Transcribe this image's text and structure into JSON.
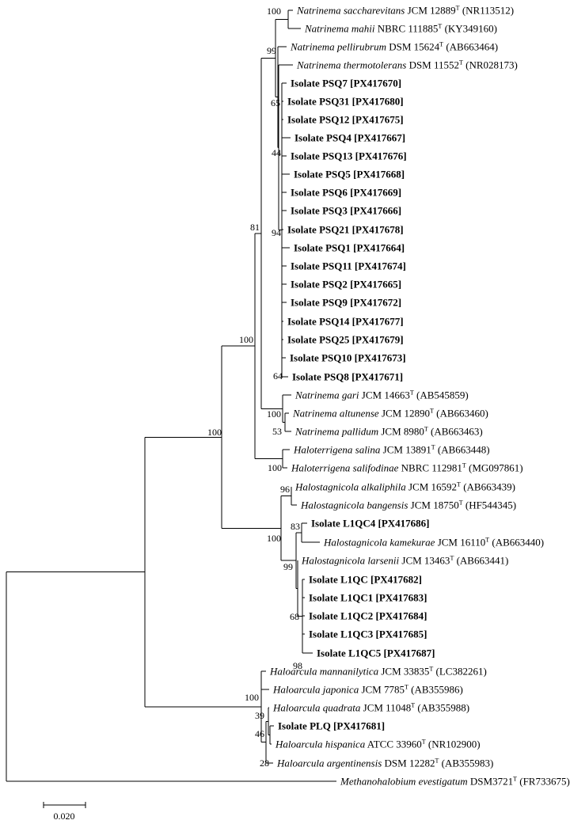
{
  "taxa": [
    {
      "id": "t1",
      "genus": "Natrinema saccharevitans",
      "strain": "JCM 12889",
      "sup": "T",
      "acc": "(NR113512)",
      "bold": false
    },
    {
      "id": "t2",
      "genus": "Natrinema mahii",
      "strain": "NBRC 111885",
      "sup": "T",
      "acc": "(KY349160)",
      "bold": false
    },
    {
      "id": "t3",
      "genus": "Natrinema pellirubrum",
      "strain": "DSM 15624",
      "sup": "T",
      "acc": "(AB663464)",
      "bold": false
    },
    {
      "id": "t4",
      "genus": "Natrinema thermotolerans",
      "strain": "DSM 11552",
      "sup": "T",
      "acc": "(NR028173)",
      "bold": false
    },
    {
      "id": "t5",
      "text": "Isolate PSQ7 [PX417670]",
      "bold": true
    },
    {
      "id": "t6",
      "text": "Isolate PSQ31 [PX417680]",
      "bold": true
    },
    {
      "id": "t7",
      "text": "Isolate PSQ12 [PX417675]",
      "bold": true
    },
    {
      "id": "t8",
      "text": "Isolate PSQ4 [PX417667]",
      "bold": true
    },
    {
      "id": "t9",
      "text": "Isolate PSQ13 [PX417676]",
      "bold": true
    },
    {
      "id": "t10",
      "text": "Isolate PSQ5 [PX417668]",
      "bold": true
    },
    {
      "id": "t11",
      "text": "Isolate PSQ6 [PX417669]",
      "bold": true
    },
    {
      "id": "t12",
      "text": "Isolate PSQ3 [PX417666]",
      "bold": true
    },
    {
      "id": "t13",
      "text": "Isolate PSQ21 [PX417678]",
      "bold": true
    },
    {
      "id": "t14",
      "text": "Isolate PSQ1 [PX417664]",
      "bold": true
    },
    {
      "id": "t15",
      "text": "Isolate PSQ11 [PX417674]",
      "bold": true
    },
    {
      "id": "t16",
      "text": "Isolate PSQ2 [PX417665]",
      "bold": true
    },
    {
      "id": "t17",
      "text": "Isolate PSQ9 [PX417672]",
      "bold": true
    },
    {
      "id": "t18",
      "text": "Isolate PSQ14 [PX417677]",
      "bold": true
    },
    {
      "id": "t19",
      "text": "Isolate PSQ25 [PX417679]",
      "bold": true
    },
    {
      "id": "t20",
      "text": "Isolate PSQ10 [PX417673]",
      "bold": true
    },
    {
      "id": "t21",
      "text": "Isolate PSQ8 [PX417671]",
      "bold": true
    },
    {
      "id": "t22",
      "genus": "Natrinema gari",
      "strain": "JCM 14663",
      "sup": "T",
      "acc": "(AB545859)",
      "bold": false
    },
    {
      "id": "t23",
      "genus": "Natrinema altunense",
      "strain": "JCM 12890",
      "sup": "T",
      "acc": "(AB663460)",
      "bold": false
    },
    {
      "id": "t24",
      "genus": "Natrinema pallidum",
      "strain": "JCM 8980",
      "sup": "T",
      "acc": "(AB663463)",
      "bold": false
    },
    {
      "id": "t25",
      "genus": "Haloterrigena salina",
      "strain": "JCM 13891",
      "sup": "T",
      "acc": "(AB663448)",
      "bold": false
    },
    {
      "id": "t26",
      "genus": "Haloterrigena salifodinae",
      "strain": "NBRC 112981",
      "sup": "T",
      "acc": "(MG097861)",
      "bold": false
    },
    {
      "id": "t27",
      "genus": "Halostagnicola alkaliphila",
      "strain": "JCM 16592",
      "sup": "T",
      "acc": "(AB663439)",
      "bold": false
    },
    {
      "id": "t28",
      "genus": "Halostagnicola bangensis",
      "strain": "JCM 18750",
      "sup": "T",
      "acc": "(HF544345)",
      "bold": false
    },
    {
      "id": "t29",
      "text": "Isolate L1QC4 [PX417686]",
      "bold": true
    },
    {
      "id": "t30",
      "genus": "Halostagnicola kamekurae",
      "strain": "JCM 16110",
      "sup": "T",
      "acc": "(AB663440)",
      "bold": false
    },
    {
      "id": "t31",
      "genus": "Halostagnicola larsenii",
      "strain": "JCM 13463",
      "sup": "T",
      "acc": "(AB663441)",
      "bold": false
    },
    {
      "id": "t32",
      "text": "Isolate L1QC [PX417682]",
      "bold": true
    },
    {
      "id": "t33",
      "text": "Isolate L1QC1 [PX417683]",
      "bold": true
    },
    {
      "id": "t34",
      "text": "Isolate L1QC2 [PX417684]",
      "bold": true
    },
    {
      "id": "t35",
      "text": "Isolate L1QC3 [PX417685]",
      "bold": true
    },
    {
      "id": "t36",
      "text": "Isolate L1QC5 [PX417687]",
      "bold": true
    },
    {
      "id": "t37",
      "genus": "Haloarcula mannanilytica",
      "strain": "JCM 33835",
      "sup": "T",
      "acc": "(LC382261)",
      "bold": false
    },
    {
      "id": "t38",
      "genus": "Haloarcula japonica",
      "strain": "JCM 7785",
      "sup": "T",
      "acc": "(AB355986)",
      "bold": false
    },
    {
      "id": "t39",
      "genus": "Haloarcula quadrata",
      "strain": "JCM 11048",
      "sup": "T",
      "acc": "(AB355988)",
      "bold": false
    },
    {
      "id": "t40",
      "text": "Isolate PLQ [PX417681]",
      "bold": true
    },
    {
      "id": "t41",
      "genus": "Haloarcula hispanica",
      "strain": "ATCC 33960",
      "sup": "T",
      "acc": "(NR102900)",
      "bold": false
    },
    {
      "id": "t42",
      "genus": "Haloarcula argentinensis",
      "strain": "DSM 12282",
      "sup": "T",
      "acc": "(AB355983)",
      "bold": false
    },
    {
      "id": "t43",
      "genus": "Methanohalobium evestigatum",
      "strain": "DSM3721",
      "sup": "T",
      "acc": "(FR733675)",
      "bold": false
    }
  ],
  "bootstrap_values": [
    "100",
    "99",
    "65",
    "44",
    "94",
    "64",
    "81",
    "100",
    "100",
    "53",
    "100",
    "100",
    "96",
    "83",
    "100",
    "99",
    "68",
    "98",
    "100",
    "39",
    "46",
    "28"
  ],
  "scale_bar": {
    "label": "0.020"
  }
}
